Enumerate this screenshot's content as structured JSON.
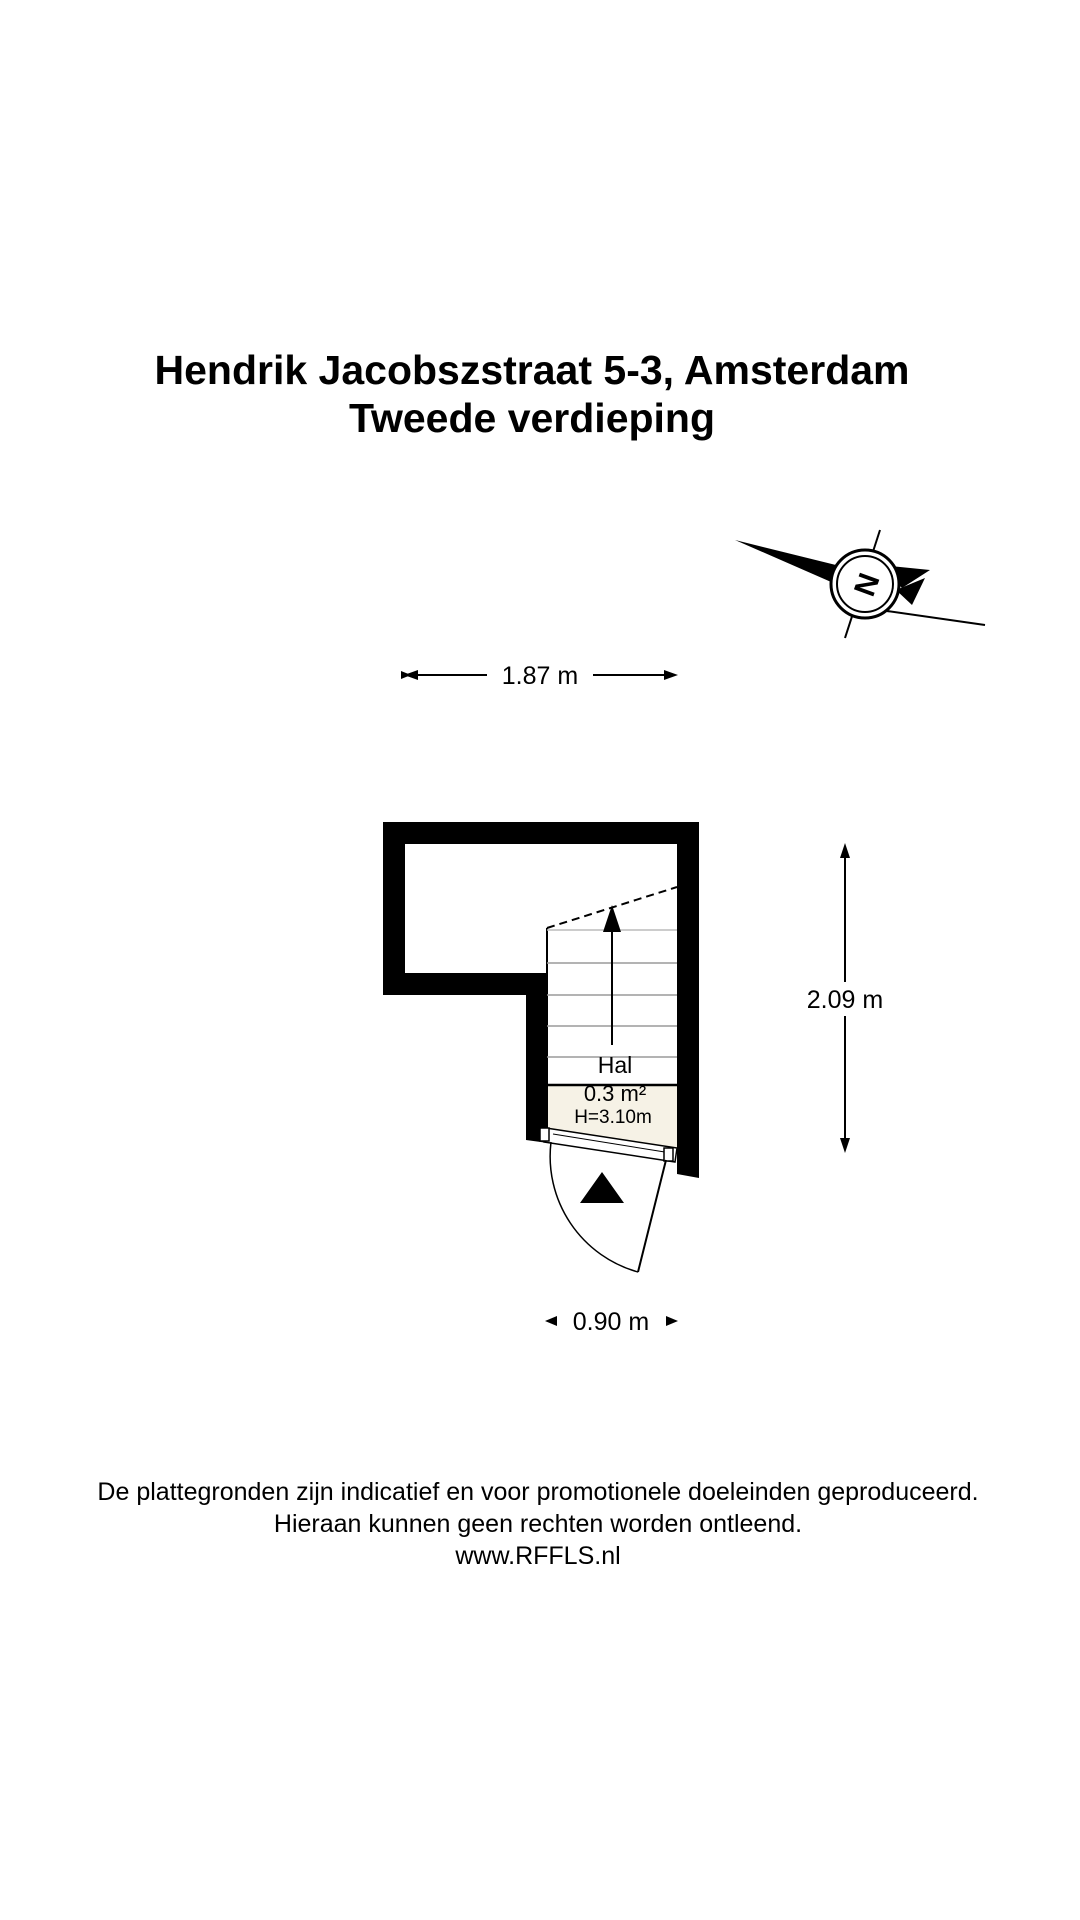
{
  "header": {
    "address": "Hendrik Jacobszstraat 5-3, Amsterdam",
    "floor": "Tweede verdieping"
  },
  "compass": {
    "icon": "north-arrow-icon",
    "letter": "N"
  },
  "dimensions": {
    "width_top": "1.87 m",
    "height_right": "2.09 m",
    "door_width": "0.90 m"
  },
  "room": {
    "name": "Hal",
    "area": "0.3 m²",
    "height": "H=3.10m",
    "fill_color": "#f6f2e6"
  },
  "footer": {
    "line1": "De plattegronden zijn indicatief en voor promotionele doeleinden geproduceerd.",
    "line2": "Hieraan kunnen geen rechten worden ontleend.",
    "line3": "www.RFFLS.nl"
  }
}
